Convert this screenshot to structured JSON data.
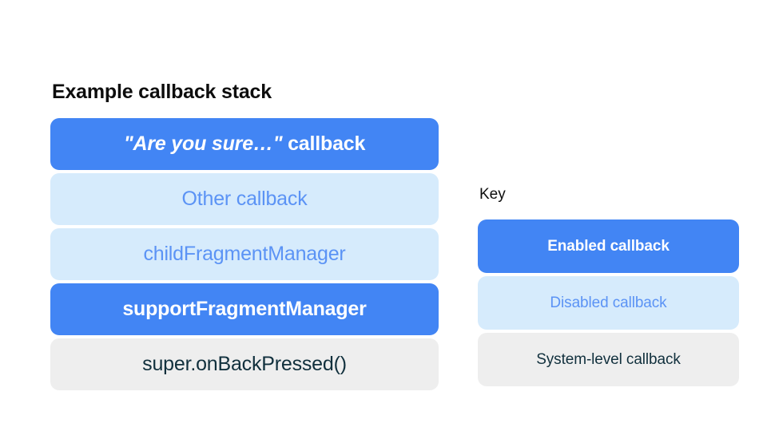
{
  "page": {
    "background": "#ffffff"
  },
  "colors": {
    "enabled_bg": "#4285f4",
    "enabled_text": "#ffffff",
    "disabled_bg": "#d6ebfc",
    "disabled_text": "#5b93f5",
    "system_bg": "#eeeeee",
    "system_text": "#11303d",
    "title_text": "#0d0d0d"
  },
  "stack": {
    "title": "Example callback stack",
    "items": [
      {
        "label": "\"Are you sure…\" callback",
        "label_quoted": "\"Are you sure…\"",
        "label_tail": " callback",
        "state": "enabled"
      },
      {
        "label": "Other callback",
        "state": "disabled"
      },
      {
        "label": "childFragmentManager",
        "state": "disabled"
      },
      {
        "label": "supportFragmentManager",
        "state": "enabled"
      },
      {
        "label": "super.onBackPressed()",
        "state": "system"
      }
    ]
  },
  "key": {
    "title": "Key",
    "items": [
      {
        "label": "Enabled callback",
        "state": "enabled"
      },
      {
        "label": "Disabled callback",
        "state": "disabled"
      },
      {
        "label": "System-level callback",
        "state": "system"
      }
    ]
  }
}
